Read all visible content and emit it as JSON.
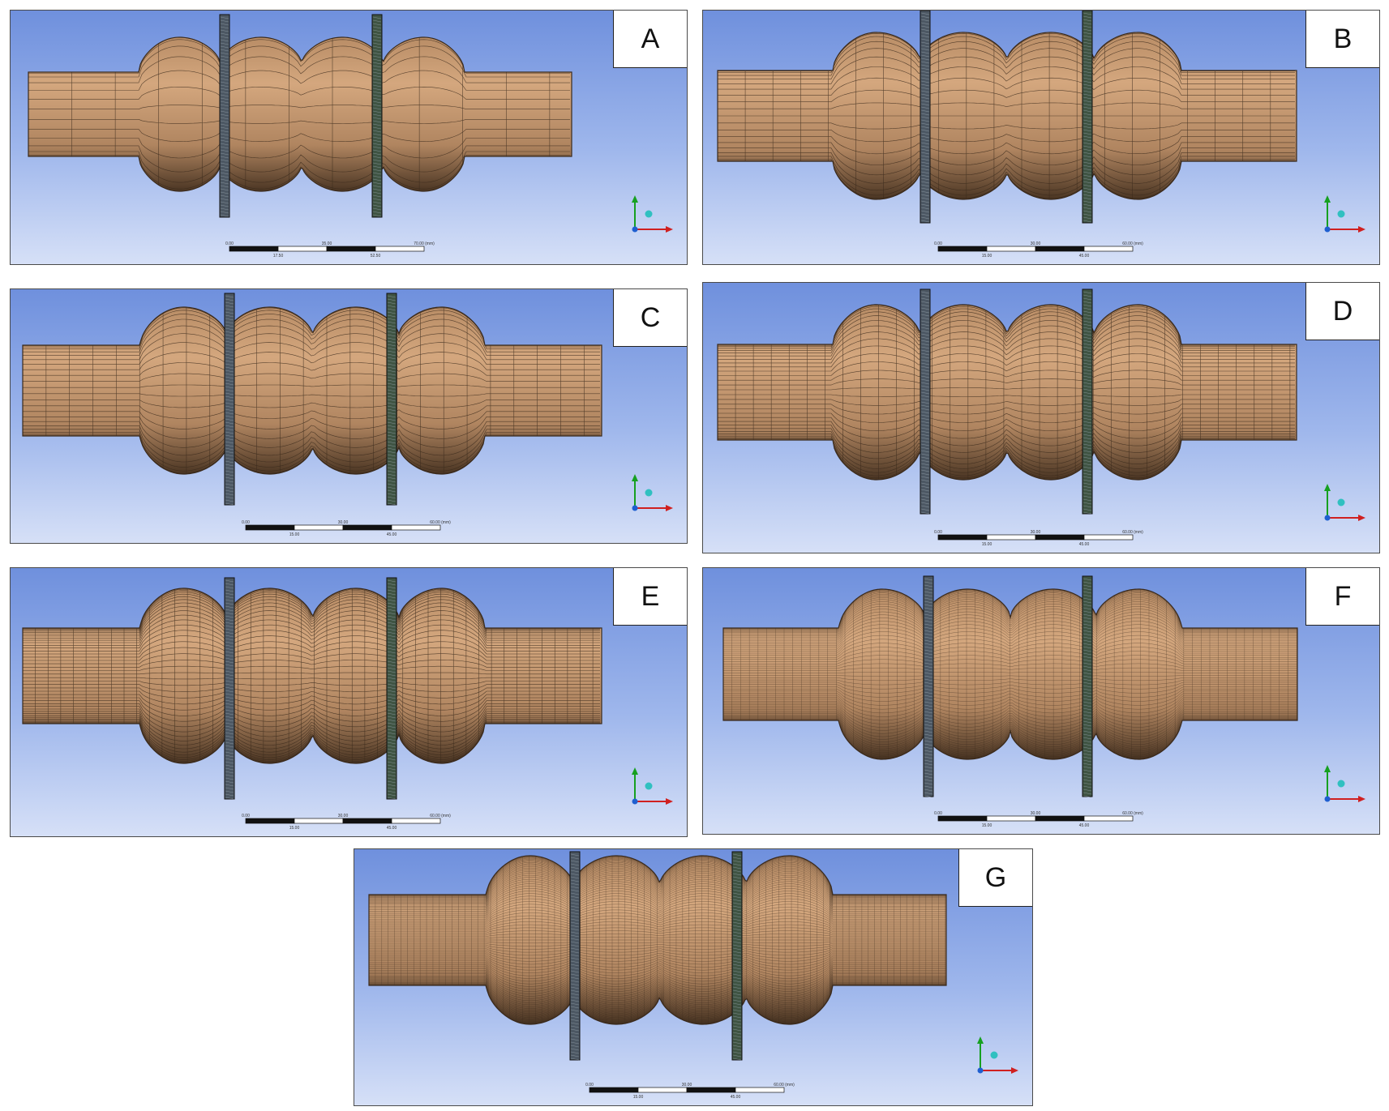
{
  "figure": {
    "panels": [
      {
        "label": "A",
        "mesh_density": 14,
        "scale_ticks": [
          "0.00",
          "35.00",
          "70.00 (mm)"
        ],
        "scale_mid": [
          "17.50",
          "52.50"
        ]
      },
      {
        "label": "B",
        "mesh_density": 22,
        "scale_ticks": [
          "0.00",
          "30.00",
          "60.00 (mm)"
        ],
        "scale_mid": [
          "15.00",
          "45.00"
        ]
      },
      {
        "label": "C",
        "mesh_density": 26,
        "scale_ticks": [
          "0.00",
          "30.00",
          "60.00 (mm)"
        ],
        "scale_mid": [
          "15.00",
          "45.00"
        ]
      },
      {
        "label": "D",
        "mesh_density": 34,
        "scale_ticks": [
          "0.00",
          "30.00",
          "60.00 (mm)"
        ],
        "scale_mid": [
          "15.00",
          "45.00"
        ]
      },
      {
        "label": "E",
        "mesh_density": 48,
        "scale_ticks": [
          "0.00",
          "30.00",
          "60.00 (mm)"
        ],
        "scale_mid": [
          "15.00",
          "45.00"
        ]
      },
      {
        "label": "F",
        "mesh_density": 70,
        "scale_ticks": [
          "0.00",
          "30.00",
          "60.00 (mm)"
        ],
        "scale_mid": [
          "15.00",
          "45.00"
        ]
      },
      {
        "label": "G",
        "mesh_density": 95,
        "scale_ticks": [
          "0.00",
          "30.00",
          "60.00 (mm)"
        ],
        "scale_mid": [
          "15.00",
          "45.00"
        ]
      }
    ],
    "colors": {
      "surface": "#d4a77e",
      "mesh_line": "#3a2a1c",
      "stent_left": "#4c5763",
      "stent_right": "#3f5443",
      "axis_x": "#d02020",
      "axis_y": "#16a020",
      "axis_z": "#1f5fd0",
      "origin_ball": "#30c0c0"
    }
  }
}
